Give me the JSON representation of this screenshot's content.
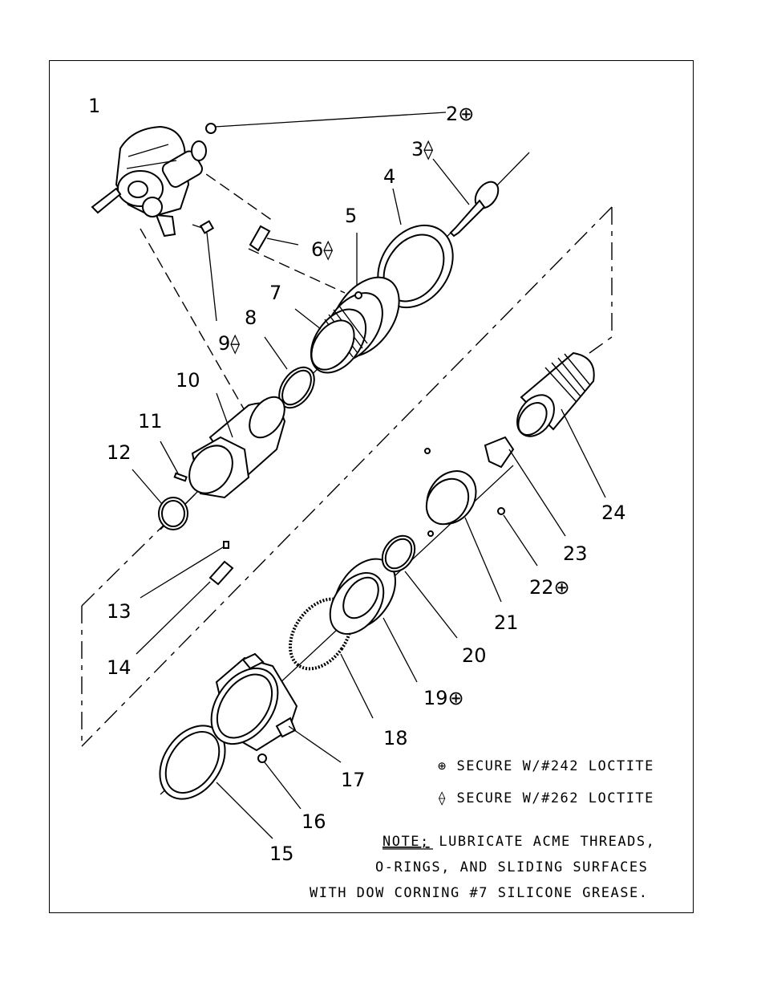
{
  "parts": [
    {
      "id": "1",
      "label": "1"
    },
    {
      "id": "2",
      "label": "2⊕"
    },
    {
      "id": "3",
      "label": "3⟠"
    },
    {
      "id": "4",
      "label": "4"
    },
    {
      "id": "5",
      "label": "5"
    },
    {
      "id": "6",
      "label": "6⟠"
    },
    {
      "id": "7",
      "label": "7"
    },
    {
      "id": "8",
      "label": "8"
    },
    {
      "id": "9",
      "label": "9⟠"
    },
    {
      "id": "10",
      "label": "10"
    },
    {
      "id": "11",
      "label": "11"
    },
    {
      "id": "12",
      "label": "12"
    },
    {
      "id": "13",
      "label": "13"
    },
    {
      "id": "14",
      "label": "14"
    },
    {
      "id": "15",
      "label": "15"
    },
    {
      "id": "16",
      "label": "16"
    },
    {
      "id": "17",
      "label": "17"
    },
    {
      "id": "18",
      "label": "18"
    },
    {
      "id": "19",
      "label": "19⊕"
    },
    {
      "id": "20",
      "label": "20"
    },
    {
      "id": "21",
      "label": "21"
    },
    {
      "id": "22",
      "label": "22⊕"
    },
    {
      "id": "23",
      "label": "23"
    },
    {
      "id": "24",
      "label": "24"
    }
  ],
  "legend": {
    "loctite_242": "⊕ SECURE W/#242 LOCTITE",
    "loctite_262": "⟠ SECURE W/#262 LOCTITE"
  },
  "note": {
    "prefix": "NOTE;",
    "line1": " LUBRICATE ACME THREADS,",
    "line2": "O-RINGS, AND SLIDING SURFACES",
    "line3": "WITH DOW CORNING #7 SILICONE GREASE."
  }
}
